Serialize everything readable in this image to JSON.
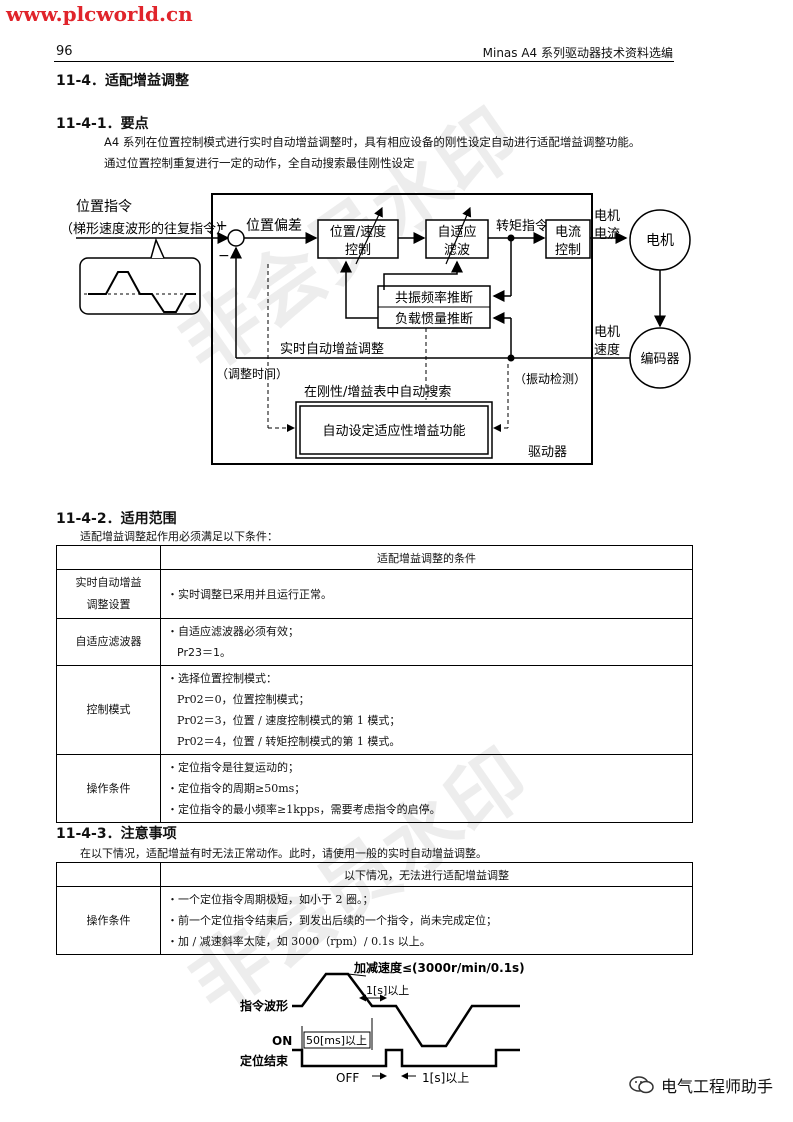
{
  "watermark_url": "www.plcworld.cn",
  "page_number": "96",
  "running_title": "Minas A4 系列驱动器技术资料选编",
  "section": {
    "title": "11-4．适配增益调整"
  },
  "s1": {
    "title": "11-4-1．要点",
    "p1": "A4 系列在位置控制模式进行实时自动增益调整时，具有相应设备的刚性设定自动进行适配增益调整功能。",
    "p2": "通过位置控制重复进行一定的动作，全自动搜索最佳刚性设定"
  },
  "diagram": {
    "pos_cmd": "位置指令",
    "pos_cmd_sub": "（梯形速度波形的往复指令）",
    "plus": "+",
    "minus": "−",
    "pos_error": "位置偏差",
    "pos_speed_ctrl_1": "位置/速度",
    "pos_speed_ctrl_2": "控制",
    "adaptive_filter_1": "自适应",
    "adaptive_filter_2": "滤波",
    "torque_cmd": "转矩指令",
    "current_ctrl_1": "电流",
    "current_ctrl_2": "控制",
    "motor_current_1": "电机",
    "motor_current_2": "电流",
    "motor": "电机",
    "resonance": "共振频率推断",
    "inertia": "负载惯量推断",
    "motor_speed_1": "电机",
    "motor_speed_2": "速度",
    "encoder": "编码器",
    "realtime_tuning": "实时自动增益调整",
    "adjust_time": "（调整时间）",
    "vibration_detect": "（振动检测）",
    "auto_search": "在刚性/增益表中自动搜索",
    "adaptive_gain_func": "自动设定适应性增益功能",
    "driver": "驱动器"
  },
  "s2": {
    "title": "11-4-2．适用范围",
    "intro": "适配增益调整起作用必须满足以下条件：",
    "table_header": "适配增益调整的条件",
    "rows": [
      {
        "label_1": "实时自动增益",
        "label_2": "调整设置",
        "lines": [
          "・实时调整已采用并且运行正常。"
        ]
      },
      {
        "label_1": "自适应滤波器",
        "label_2": "",
        "lines": [
          "・自适应滤波器必须有效；",
          "Pr23＝1。"
        ]
      },
      {
        "label_1": "控制模式",
        "label_2": "",
        "lines": [
          "・选择位置控制模式：",
          "Pr02＝0，位置控制模式；",
          "Pr02＝3，位置 / 速度控制模式的第 1 模式；",
          "Pr02＝4，位置 / 转矩控制模式的第 1 模式。"
        ]
      },
      {
        "label_1": "操作条件",
        "label_2": "",
        "lines": [
          "・定位指令是往复运动的；",
          "・定位指令的周期≥50ms；",
          "・定位指令的最小频率≥1kpps，需要考虑指令的启停。"
        ]
      }
    ]
  },
  "s3": {
    "title": "11-4-3．注意事项",
    "intro": "在以下情况，适配增益有时无法正常动作。此时，请使用一般的实时自动增益调整。",
    "table_header": "以下情况，无法进行适配增益调整",
    "row_label": "操作条件",
    "lines": [
      "・一个定位指令周期极短，如小于 2 圈。；",
      "・前一个定位指令结束后，到发出后续的一个指令，尚未完成定位；",
      "・加 / 减速斜率太陡，如 3000（rpm）/ 0.1s 以上。"
    ]
  },
  "timing": {
    "accel": "加减速度≤(3000r/min/0.1s)",
    "one_s_top": "1[s]以上",
    "cmd_wave": "指令波形",
    "fifty_ms": "50[ms]以上",
    "on": "ON",
    "pos_done": "定位结束",
    "off": "OFF",
    "one_s_bottom": "1[s]以上"
  },
  "brand": "电气工程师助手",
  "watermark_text": "非会员水印"
}
